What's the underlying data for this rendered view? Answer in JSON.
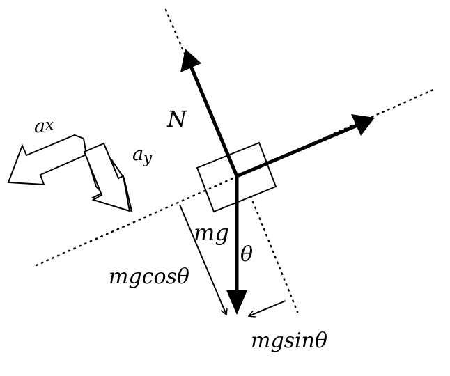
{
  "diagram": {
    "colors": {
      "ink": "#000000",
      "background": "#ffffff"
    },
    "labels": {
      "normal": "N",
      "weight": "mg",
      "angle": "θ",
      "perpendicular_component": "mgcosθ",
      "parallel_component": "mgsinθ",
      "accel_x": "a",
      "accel_x_sub": "x",
      "accel_y": "a",
      "accel_y_sub": "y"
    }
  }
}
